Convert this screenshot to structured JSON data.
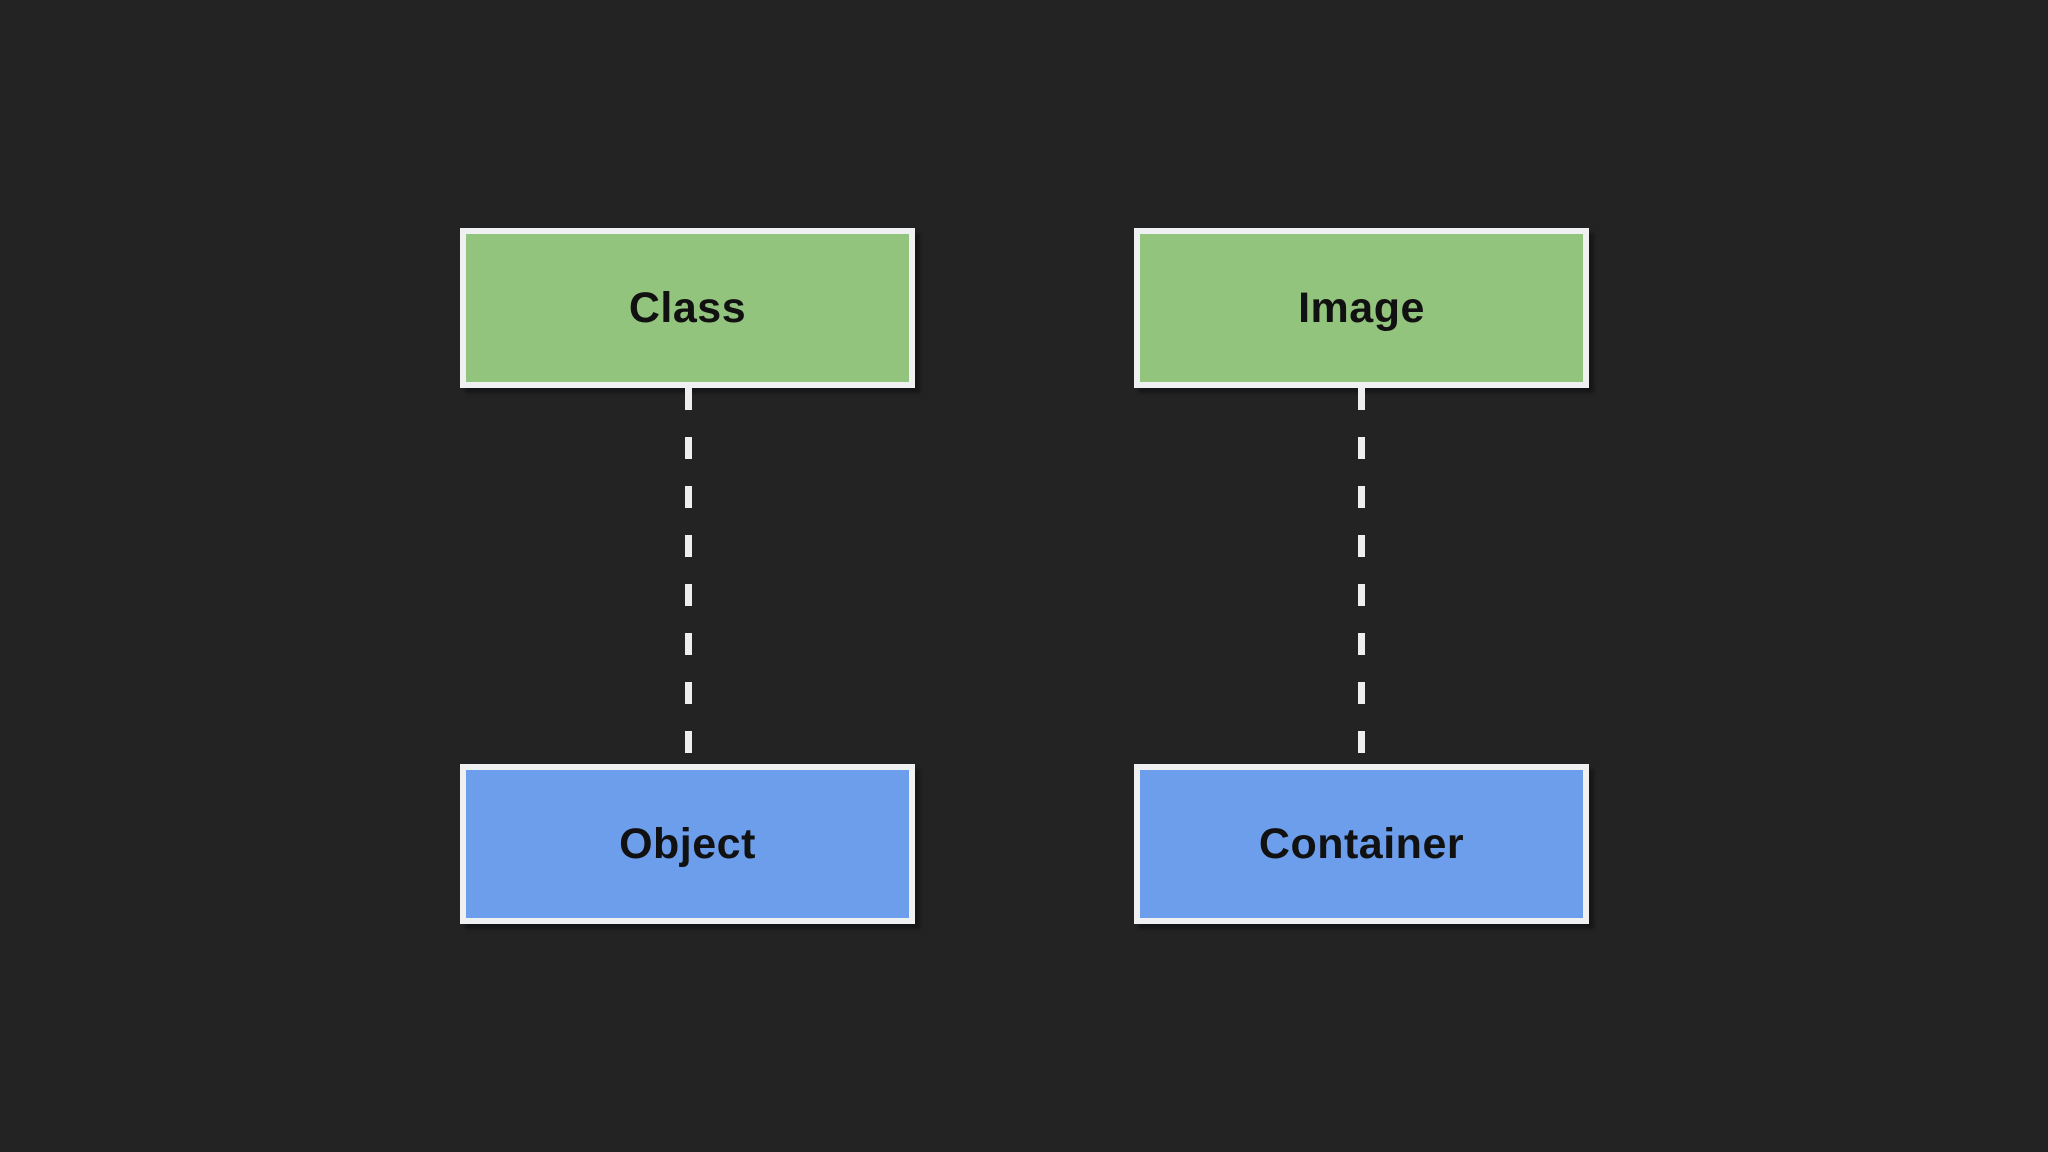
{
  "diagram": {
    "type": "relationship-diagram",
    "background_color": "#232323",
    "node_border_color": "#eef0f2",
    "node_text_color": "#111111",
    "connector_color": "#eeeeee",
    "connector_style": "dashed",
    "node_fill_green": "#93c47d",
    "node_fill_blue": "#6d9eeb",
    "nodes": [
      {
        "id": "class",
        "label": "Class",
        "fill": "#93c47d",
        "column": "left",
        "row": "top"
      },
      {
        "id": "image",
        "label": "Image",
        "fill": "#93c47d",
        "column": "right",
        "row": "top"
      },
      {
        "id": "object",
        "label": "Object",
        "fill": "#6d9eeb",
        "column": "left",
        "row": "bottom"
      },
      {
        "id": "container",
        "label": "Container",
        "fill": "#6d9eeb",
        "column": "right",
        "row": "bottom"
      }
    ],
    "edges": [
      {
        "from": "Class",
        "to": "Object",
        "style": "dashed"
      },
      {
        "from": "Image",
        "to": "Container",
        "style": "dashed"
      }
    ]
  }
}
